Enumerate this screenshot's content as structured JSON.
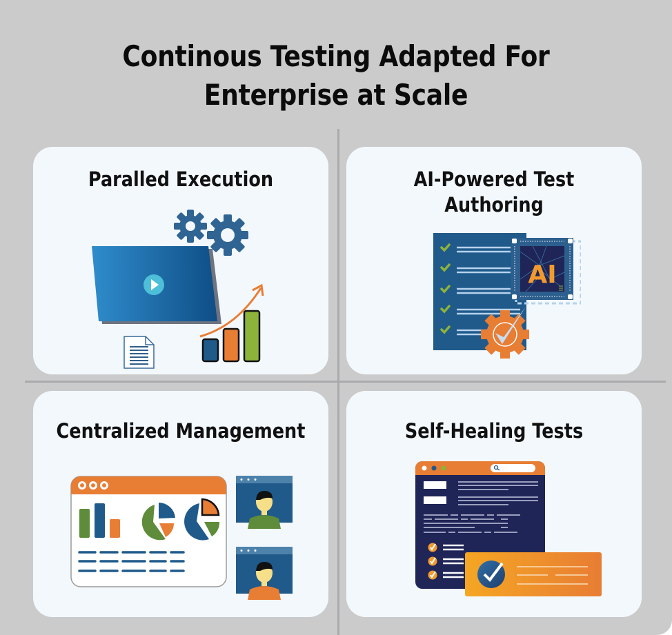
{
  "title": {
    "line1": "Continous Testing Adapted For",
    "line2": "Enterprise at Scale"
  },
  "cards": [
    {
      "id": "paralled-execution",
      "title": "Paralled Execution",
      "illustration": [
        "laptop-play-icon",
        "gears-icon",
        "document-icon",
        "growth-bar-chart-icon",
        "trend-arrow-icon"
      ]
    },
    {
      "id": "ai-powered-test-authoring",
      "title_line1": "AI-Powered Test",
      "title_line2": "Authoring",
      "illustration": [
        "checklist-icon",
        "ai-chip-icon",
        "gear-check-icon"
      ],
      "chip_label": "AI"
    },
    {
      "id": "centralized-management",
      "title": "Centralized Management",
      "illustration": [
        "dashboard-window-icon",
        "bar-chart-icon",
        "pie-chart-icon",
        "user-video-icon"
      ]
    },
    {
      "id": "self-healing-tests",
      "title": "Self-Healing Tests",
      "illustration": [
        "browser-window-icon",
        "search-icon",
        "checklist-icon",
        "check-badge-card-icon"
      ]
    }
  ],
  "colors": {
    "background": "#cbcbcc",
    "card": "#f3f8fd",
    "divider": "#a9aaab",
    "blue_dark": "#1f5a8a",
    "blue": "#2c6da3",
    "orange": "#e87d34",
    "green": "#5e8c3a",
    "lime": "#8db33a",
    "navy": "#1f2557"
  }
}
